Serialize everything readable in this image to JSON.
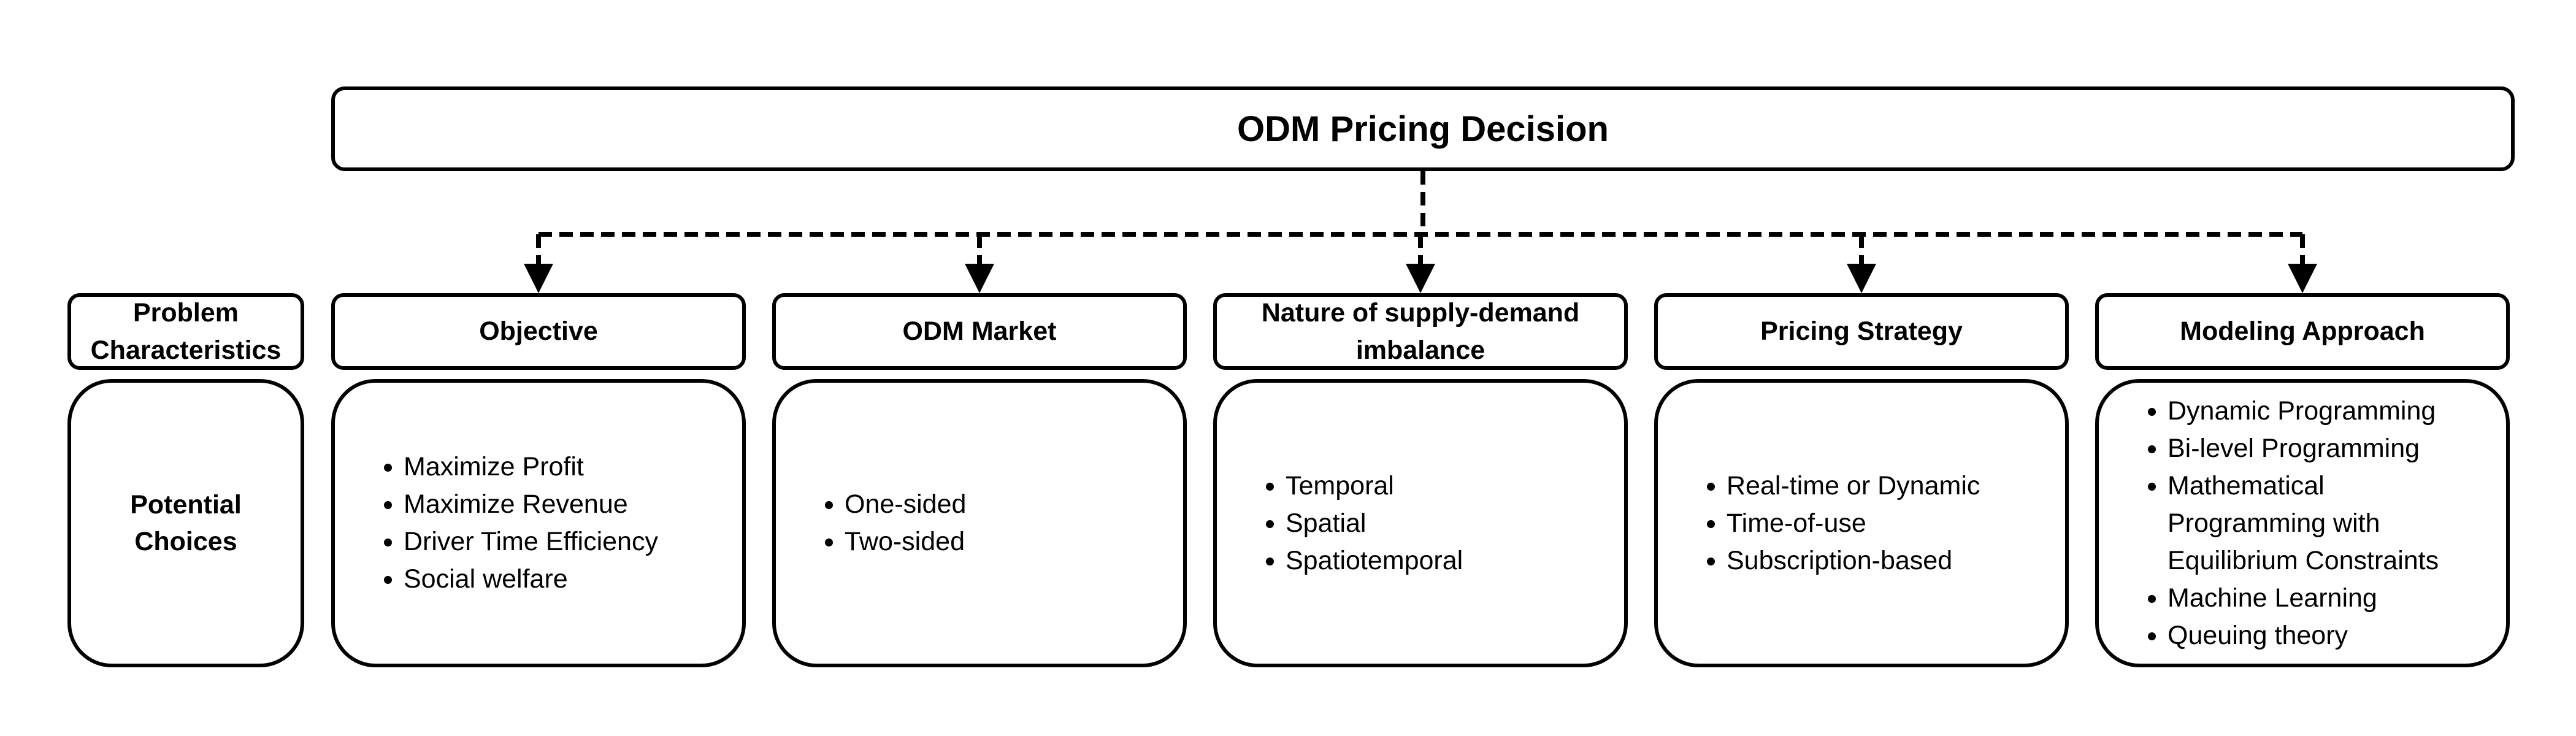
{
  "title": "ODM Pricing Decision",
  "row_labels": {
    "characteristics_line1": "Problem",
    "characteristics_line2": "Characteristics",
    "choices_line1": "Potential",
    "choices_line2": "Choices"
  },
  "categories": [
    {
      "header_line1": "Objective",
      "header_line2": "",
      "choices": [
        "Maximize Profit",
        "Maximize Revenue",
        "Driver Time Efficiency",
        "Social welfare"
      ]
    },
    {
      "header_line1": "ODM Market",
      "header_line2": "",
      "choices": [
        "One-sided",
        "Two-sided"
      ]
    },
    {
      "header_line1": "Nature of supply-demand",
      "header_line2": "imbalance",
      "choices": [
        "Temporal",
        "Spatial",
        "Spatiotemporal"
      ]
    },
    {
      "header_line1": "Pricing Strategy",
      "header_line2": "",
      "choices": [
        "Real-time or Dynamic",
        "Time-of-use",
        "Subscription-based"
      ]
    },
    {
      "header_line1": "Modeling Approach",
      "header_line2": "",
      "choices": [
        "Dynamic Programming",
        "Bi-level Programming",
        "Mathematical Programming with Equilibrium Constraints",
        "Machine Learning",
        "Queuing theory"
      ]
    }
  ],
  "colors": {
    "stroke": "#000000",
    "background": "#ffffff"
  }
}
